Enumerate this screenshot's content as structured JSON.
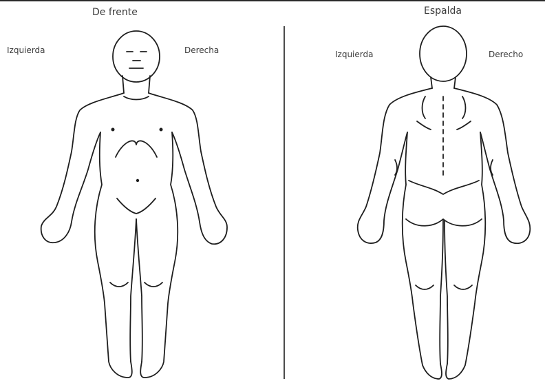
{
  "front": {
    "title": "De frente",
    "left_label": "Izquierda",
    "right_label": "Derecha"
  },
  "back": {
    "title": "Espalda",
    "left_label": "Izquierda",
    "right_label": "Derecho"
  }
}
